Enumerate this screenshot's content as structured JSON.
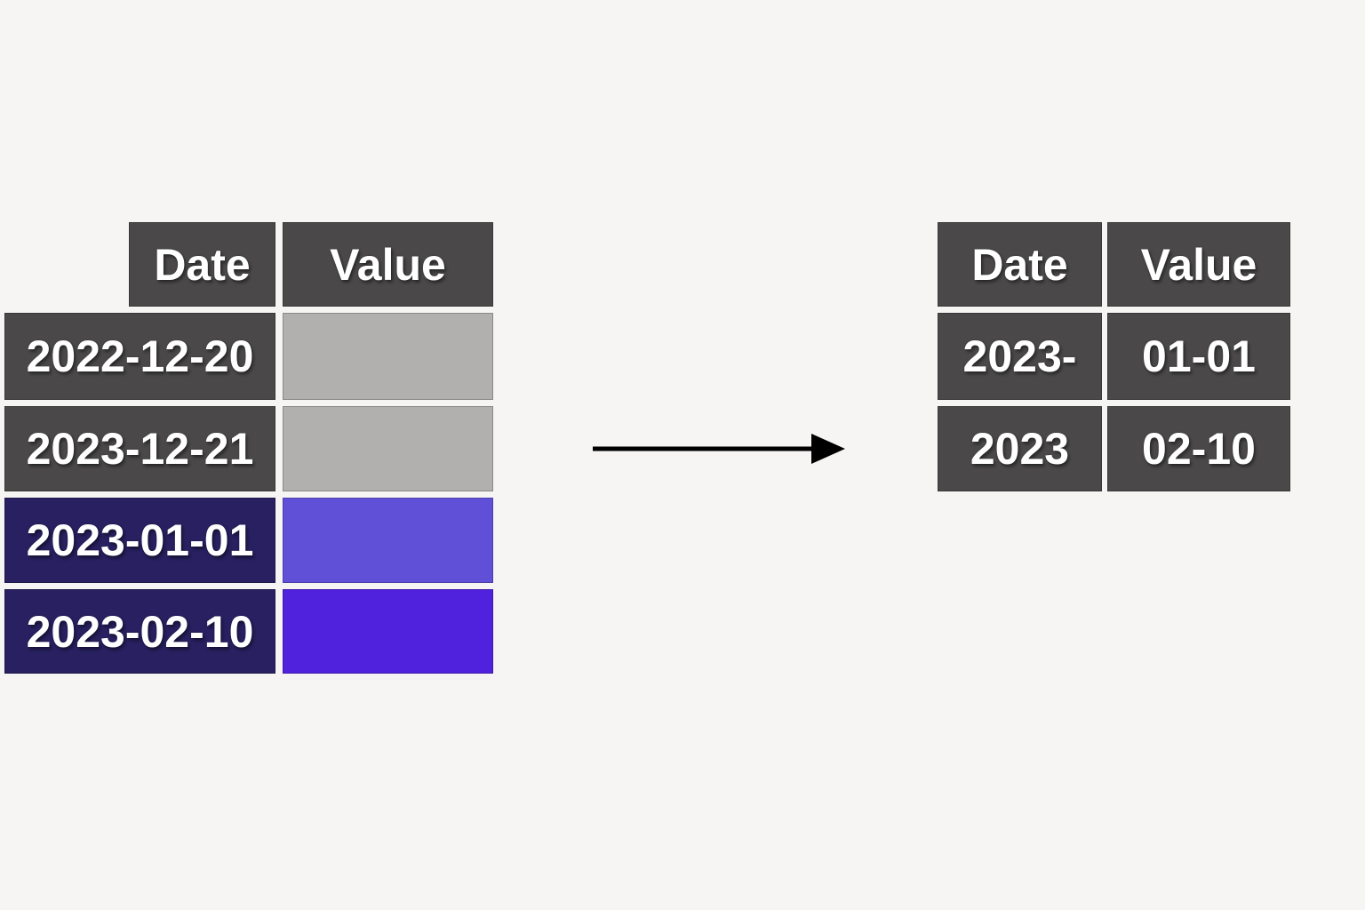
{
  "canvas": {
    "background": "#f6f5f4"
  },
  "colors": {
    "header_bg": "#4a4848",
    "gray_value_bg": "#b1b0af",
    "navy_row_bg": "#282060",
    "purple_value_bg": "#6050d8",
    "violet_value_bg": "#5122dd",
    "arrow": "#000000",
    "cell_text": "#ffffff"
  },
  "left_table": {
    "headers": [
      "Date",
      "Value"
    ],
    "rows": [
      {
        "date": "2022-12-20",
        "date_bg": "#4a4848",
        "value_bg": "#b1b0af"
      },
      {
        "date": "2023-12-21",
        "date_bg": "#4a4848",
        "value_bg": "#b1b0af"
      },
      {
        "date": "2023-01-01",
        "date_bg": "#282060",
        "value_bg": "#6050d8"
      },
      {
        "date": "2023-02-10",
        "date_bg": "#282060",
        "value_bg": "#5122dd"
      }
    ]
  },
  "right_table": {
    "headers": [
      "Date",
      "Value"
    ],
    "rows": [
      {
        "date": "2023-",
        "value": "01-01"
      },
      {
        "date": "2023",
        "value": "02-10"
      }
    ]
  }
}
